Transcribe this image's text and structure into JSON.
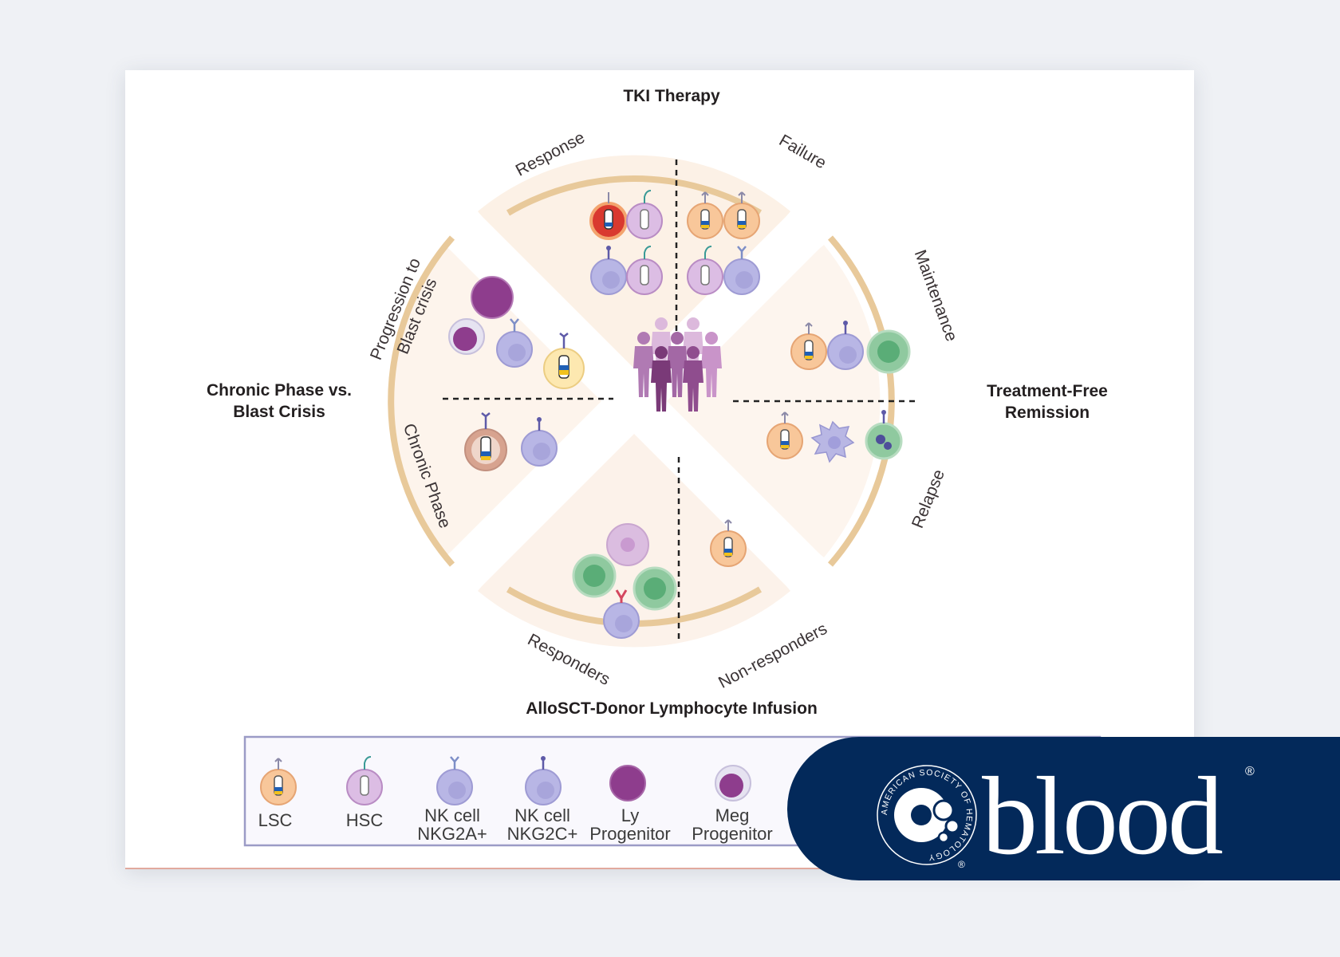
{
  "headings": {
    "top": "TKI Therapy",
    "left_line1": "Chronic Phase vs.",
    "left_line2": "Blast Crisis",
    "right_line1": "Treatment-Free",
    "right_line2": "Remission",
    "bottom": "AlloSCT-Donor Lymphocyte Infusion"
  },
  "arc_labels": {
    "response": "Response",
    "failure": "Failure",
    "maintenance": "Maintenance",
    "relapse": "Relapse",
    "responders": "Responders",
    "non_responders": "Non-responders",
    "chronic_phase": "Chronic Phase",
    "progression_line1": "Progression to",
    "progression_line2": "Blast crisis"
  },
  "legend": [
    {
      "line1": "LSC",
      "line2": "",
      "icon": "lsc-icon"
    },
    {
      "line1": "HSC",
      "line2": "",
      "icon": "hsc-icon"
    },
    {
      "line1": "NK cell",
      "line2": "NKG2A+",
      "icon": "nk-nkg2a-icon"
    },
    {
      "line1": "NK cell",
      "line2": "NKG2C+",
      "icon": "nk-nkg2c-icon"
    },
    {
      "line1": "Ly",
      "line2": "Progenitor",
      "icon": "ly-progenitor-icon"
    },
    {
      "line1": "Meg",
      "line2": "Progenitor",
      "icon": "meg-progenitor-icon"
    }
  ],
  "brand": {
    "name": "blood",
    "society": "AMERICAN SOCIETY OF HEMATOLOGY",
    "registered": "®"
  },
  "colors": {
    "ring": "#e8c99a",
    "sector_fill": "#fdf4ec",
    "badge_bg": "#03295a",
    "lsc": "#f7c08e",
    "hsc": "#d9b3df",
    "nk": "#b7b4e3",
    "progenitor": "#8f3d8e",
    "mega": "#88c79d"
  }
}
